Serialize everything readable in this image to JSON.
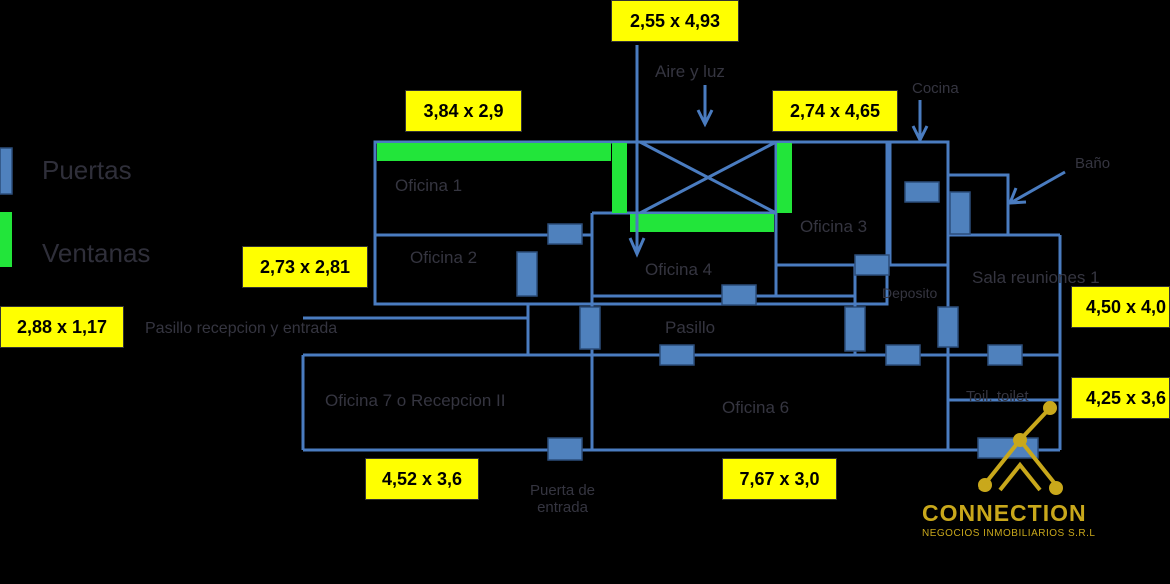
{
  "colors": {
    "background": "#000000",
    "wall": "#4a7cc0",
    "door": "#4f81bd",
    "window": "#22e53a",
    "label_bg": "#ffff00",
    "logo": "#c9a81b"
  },
  "legend": {
    "doors": "Puertas",
    "windows": "Ventanas"
  },
  "dimensions": {
    "d1": "2,55 x 4,93",
    "d2": "3,84 x 2,9",
    "d3": "2,74 x 4,65",
    "d4": "2,73 x 2,81",
    "d5": "2,88 x 1,17",
    "d6": "4,50 x 4,0",
    "d7": "4,25 x 3,6",
    "d8": "4,52 x 3,6",
    "d9": "7,67 x 3,0"
  },
  "rooms": {
    "oficina1": "Oficina 1",
    "oficina2": "Oficina 2",
    "oficina3": "Oficina 3",
    "oficina4": "Oficina 4",
    "sala_reuniones": "Sala reuniones 1",
    "oficina_recepcion": "Oficina 7 o Recepcion II",
    "oficina6": "Oficina 6",
    "pasillo": "Pasillo",
    "deposito": "Deposito",
    "toilet": "Toil. toilet",
    "bano_label": "Baño",
    "cocina": "Cocina",
    "aire_luz": "Aire y luz",
    "pasillo_recepcion": "Pasillo recepcion y entrada",
    "puerta_entrada": "Puerta de entrada"
  },
  "logo": {
    "name": "CONNECTION",
    "subtitle": "NEGOCIOS INMOBILIARIOS S.R.L"
  }
}
